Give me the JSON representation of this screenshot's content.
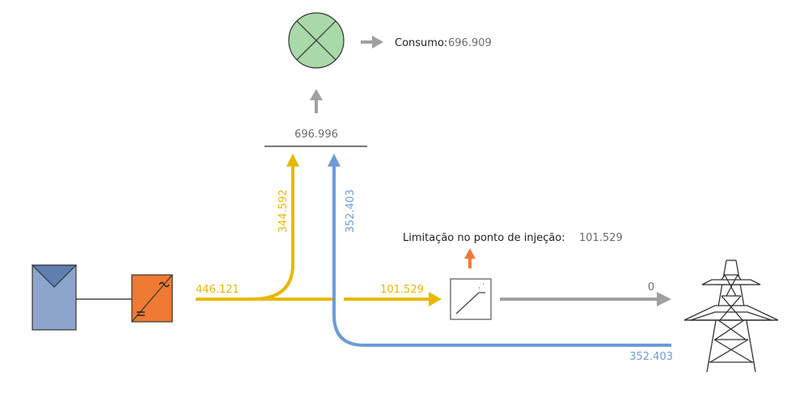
{
  "colors": {
    "pv": "#E8B800",
    "grid": "#6D9BD9",
    "neutral": "#A0A0A0",
    "limit": "#F07A3A",
    "load_fill": "#A9D8A9",
    "panel": "#8EA5CB",
    "inverter": "#EE7A33",
    "text": "#222222",
    "value": "#6B6B6B"
  },
  "icons": {
    "pv_panel": "solar-panel-icon",
    "inverter": "inverter-icon",
    "load": "lamp-icon",
    "limiter": "feed-in-limiter-icon",
    "grid": "transmission-tower-icon"
  },
  "labels": {
    "consumption_label": "Consumo:",
    "consumption_value": "696.909",
    "limitation_label": "Limitação no ponto de injeção:",
    "limitation_value": "101.529"
  },
  "flows": {
    "pv_total": "446.121",
    "pv_to_load": "344.592",
    "grid_to_load": "352.403",
    "load_busbar": "696.996",
    "pv_to_limiter": "101.529",
    "limiter_to_grid": "0",
    "grid_supply": "352.403"
  }
}
